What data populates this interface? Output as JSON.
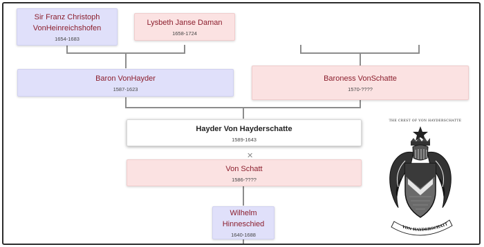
{
  "tree": {
    "gg_father": {
      "name_line1": "Sir Franz Christoph",
      "name_line2": "VonHeinreichshofen",
      "dates": "1654-1683"
    },
    "gg_mother": {
      "name": "Lysbeth Janse Daman",
      "dates": "1658-1724"
    },
    "paternal": {
      "name": "Baron VonHayder",
      "dates": "1587-1623"
    },
    "maternal": {
      "name": "Baroness VonSchatte",
      "dates": "1570-????"
    },
    "focus": {
      "name": "Hayder Von Hayderschatte",
      "dates": "1589-1643"
    },
    "spouse_mark": "✕",
    "spouse": {
      "name": "Von Schatt",
      "dates": "1586-????"
    },
    "child": {
      "name_line1": "Wilhelm",
      "name_line2": "Hinneschied",
      "dates": "1640-1688"
    }
  },
  "crest": {
    "title": "THE CREST OF VON HAYDERSCHATTE",
    "motto": "VON HAYDERSCHATT"
  },
  "colors": {
    "male_bg": "#e0e0fa",
    "female_bg": "#fbe2e2",
    "name_text": "#8b1e2d",
    "connector": "#888888"
  }
}
